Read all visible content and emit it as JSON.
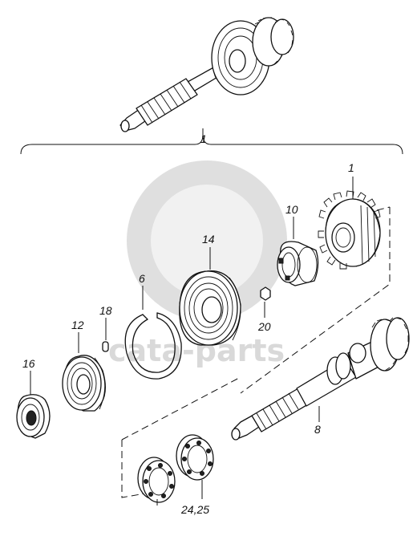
{
  "watermark": {
    "text": "cata-parts",
    "color": "#c9c9c9"
  },
  "callouts": {
    "assembly": "1",
    "gear": "1",
    "sleeve": "10",
    "bearing": "14",
    "snap_ring": "6",
    "pin": "18",
    "ball": "20",
    "seal": "12",
    "nut": "16",
    "shaft": "8",
    "needle_bearings": "24,25"
  }
}
